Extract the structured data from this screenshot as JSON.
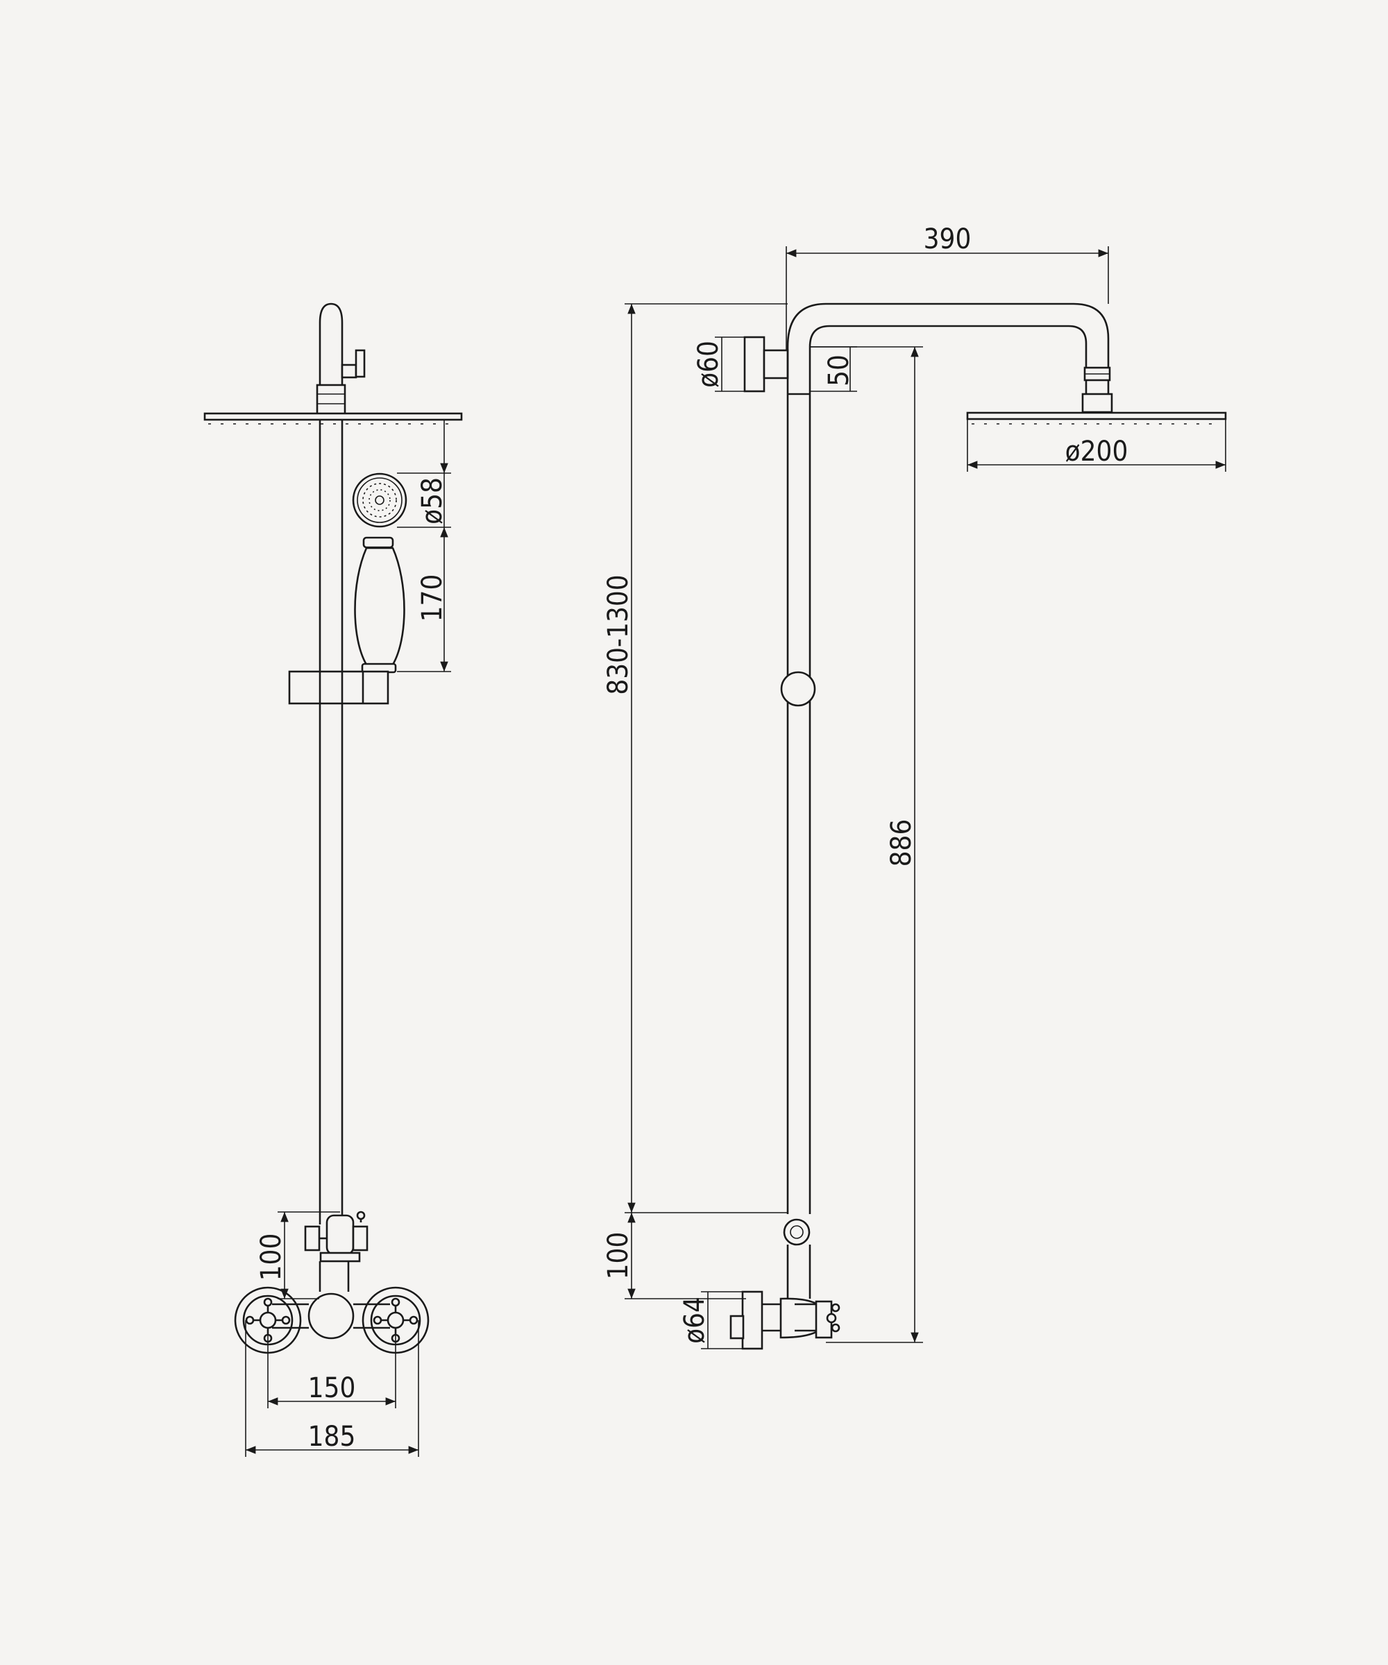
{
  "dimensions": {
    "arm_length": "390",
    "wall_flange_diameter_top": "ø60",
    "arm_drop": "50",
    "head_diameter": "ø200",
    "hand_shower_diameter": "ø58",
    "hand_shower_length": "170",
    "total_height_range": "830-1300",
    "rail_height": "886",
    "diverter_offset_side": "100",
    "diverter_offset_front": "100",
    "inlet_flange_diameter": "ø64",
    "inlet_centers": "150",
    "valve_width": "185"
  },
  "colors": {
    "background": "#f5f4f2",
    "line": "#1a1a1a"
  }
}
